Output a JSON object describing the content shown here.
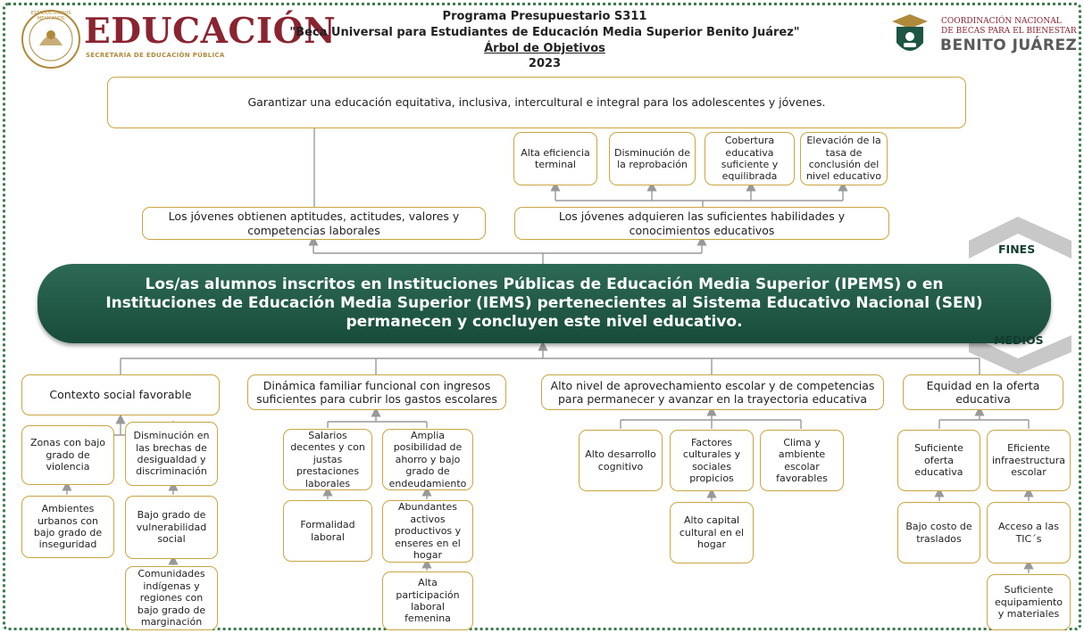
{
  "header": {
    "logo_text": "EDUCACIÓN",
    "logo_sub": "SECRETARÍA DE EDUCACIÓN PÚBLICA",
    "seal_text": "ESTADOS UNIDOS MEXICANOS",
    "program": "Programa Presupuestario  S311",
    "program_name": "\"Beca Universal para Estudiantes de Educación Media Superior Benito Juárez\"",
    "tree_title": "Árbol de Objetivos",
    "year": "2023",
    "right_logo_line1": "COORDINACIÓN NACIONAL",
    "right_logo_line2": "DE BECAS PARA EL BIENESTAR",
    "right_logo_line3": "BENITO JUÁREZ"
  },
  "labels": {
    "fines": "FINES",
    "medios": "MEDIOS"
  },
  "colors": {
    "accent": "#c9a642",
    "purpose_bg": "#1e5544",
    "brand_red": "#8a2431",
    "brand_gold": "#b08a3c",
    "frame": "#3c7a4e"
  },
  "goal": "Garantizar una educación equitativa, inclusiva, intercultural e integral para los adolescentes y jóvenes.",
  "ends_top": [
    "Alta eficiencia terminal",
    "Disminución de la reprobación",
    "Cobertura educativa suficiente y equilibrada",
    "Elevación de la tasa de conclusión del nivel educativo"
  ],
  "ends_mid": [
    "Los jóvenes obtienen aptitudes, actitudes, valores y competencias laborales",
    "Los jóvenes adquieren las suficientes habilidades y conocimientos educativos"
  ],
  "purpose": "Los/as alumnos inscritos en Instituciones Públicas de Educación Media Superior (IPEMS) o en Instituciones de Educación Media Superior (IEMS) pertenecientes al Sistema Educativo Nacional (SEN) permanecen y concluyen este nivel educativo.",
  "components": [
    "Contexto social favorable",
    "Dinámica familiar funcional con ingresos suficientes para cubrir los gastos escolares",
    "Alto nivel de aprovechamiento escolar y de competencias para permanecer y avanzar en la trayectoria educativa",
    "Equidad en la oferta educativa"
  ],
  "means": {
    "c1": [
      "Zonas con bajo grado de violencia",
      "Ambientes urbanos con bajo grado de inseguridad",
      "Disminución en las brechas de desigualdad y discriminación",
      "Bajo grado de vulnerabilidad social",
      "Comunidades indígenas y regiones con bajo grado de marginación"
    ],
    "c2": [
      "Salarios decentes y con justas prestaciones laborales",
      "Formalidad laboral",
      "Amplia posibilidad de ahorro y bajo grado de endeudamiento",
      "Abundantes activos productivos y enseres en el hogar",
      "Alta participación laboral femenina"
    ],
    "c3": [
      "Alto desarrollo cognitivo",
      "Factores culturales y sociales propicios",
      "Alto capital cultural en el hogar",
      "Clima y ambiente escolar favorables"
    ],
    "c4": [
      "Suficiente oferta educativa",
      "Bajo costo de traslados",
      "Eficiente infraestructura escolar",
      "Acceso a las TIC´s",
      "Suficiente equipamiento y materiales"
    ]
  }
}
